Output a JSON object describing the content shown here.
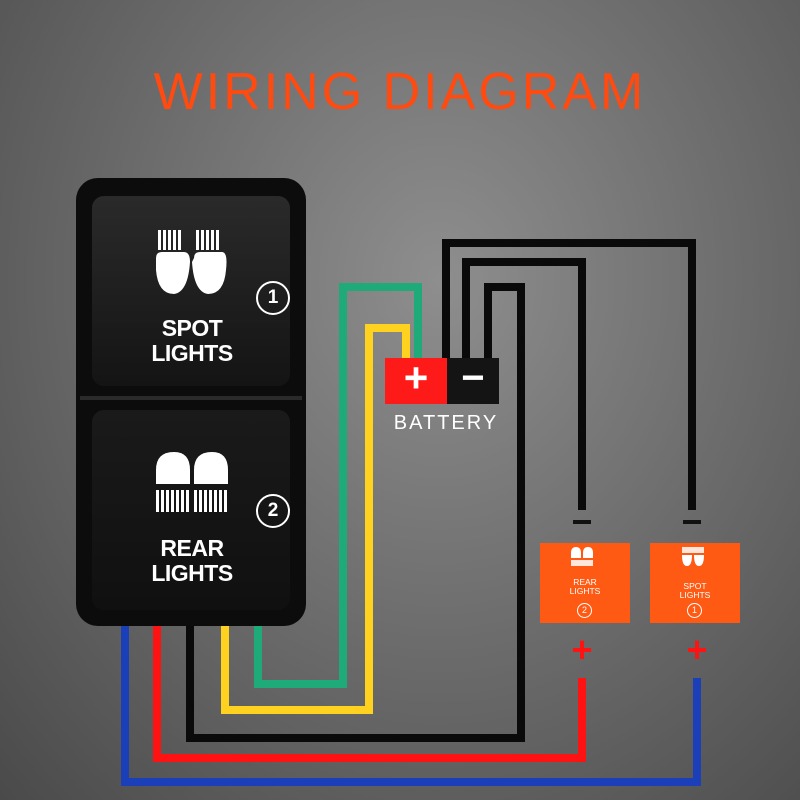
{
  "title": "WIRING DIAGRAM",
  "colors": {
    "title": "#ff4a10",
    "wire_green": "#1faa7a",
    "wire_yellow": "#ffd21f",
    "wire_red": "#ff1212",
    "wire_blue": "#1a3fb8",
    "wire_black": "#0a0a0a",
    "battery_positive": "#ff1a1a",
    "battery_negative": "#141414",
    "module": "#ff5a14"
  },
  "switch": {
    "top": {
      "label_line1": "SPOT",
      "label_line2": "LIGHTS",
      "number": "1",
      "icon": "spot-lights-icon"
    },
    "bottom": {
      "label_line1": "REAR",
      "label_line2": "LIGHTS",
      "number": "2",
      "icon": "rear-lights-icon"
    }
  },
  "battery": {
    "label": "BATTERY",
    "positive_sign": "+",
    "negative_sign": "−"
  },
  "modules": [
    {
      "label_line1": "REAR",
      "label_line2": "LIGHTS",
      "number": "2",
      "icon": "rear-lights-icon",
      "negative_sign": "−",
      "positive_sign": "+"
    },
    {
      "label_line1": "SPOT",
      "label_line2": "LIGHTS",
      "number": "1",
      "icon": "spot-lights-icon",
      "negative_sign": "−",
      "positive_sign": "+"
    }
  ]
}
